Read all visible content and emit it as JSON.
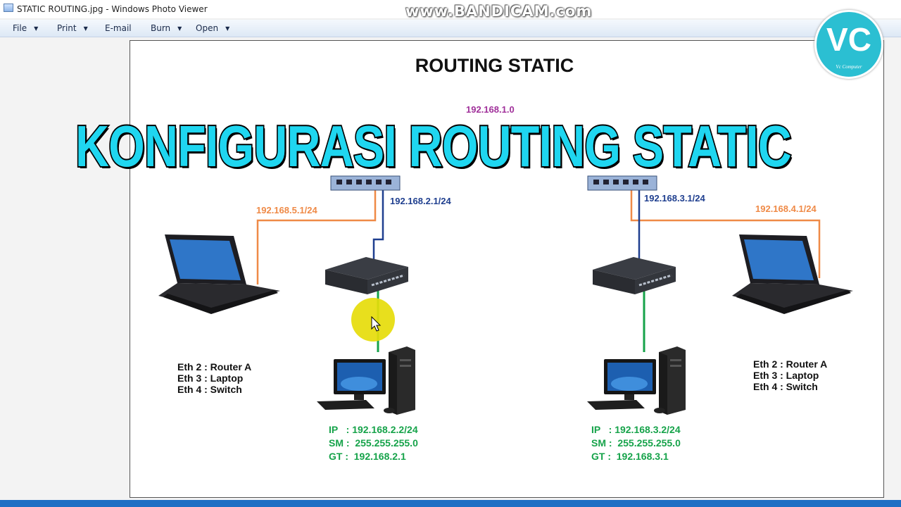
{
  "window": {
    "title": "STATIC ROUTING.jpg - Windows Photo Viewer"
  },
  "recorder_watermark": "www.BANDICAM.com",
  "menu": [
    {
      "label": "File",
      "has_dropdown": true
    },
    {
      "label": "Print",
      "has_dropdown": true
    },
    {
      "label": "E-mail",
      "has_dropdown": false
    },
    {
      "label": "Burn",
      "has_dropdown": true
    },
    {
      "label": "Open",
      "has_dropdown": true
    }
  ],
  "overlay_title": "KONFIGURASI ROUTING STATIC",
  "channel_logo": {
    "text": "VC",
    "subtext": "Vc Computer"
  },
  "diagram": {
    "title": "ROUTING STATIC",
    "center_network": "192.168.1.0",
    "left": {
      "router_switch_ip": "192.168.2.1/24",
      "router_laptop_ip": "192.168.5.1/24",
      "eth_ports": [
        "Eth 2 : Router A",
        "Eth 3 : Laptop",
        "Eth 4 : Switch"
      ],
      "pc": {
        "ip": "IP   : 192.168.2.2/24",
        "sm": "SM :  255.255.255.0",
        "gt": "GT :  192.168.2.1"
      }
    },
    "right": {
      "router_switch_ip": "192.168.3.1/24",
      "router_laptop_ip": "192.168.4.1/24",
      "eth_ports": [
        "Eth 2 : Router A",
        "Eth 3 : Laptop",
        "Eth 4 : Switch"
      ],
      "pc": {
        "ip": "IP   : 192.168.3.2/24",
        "sm": "SM :  255.255.255.0",
        "gt": "GT :  192.168.3.1"
      }
    }
  },
  "colors": {
    "overlay_title": "#1fd6f0",
    "orange_link": "#ef8a47",
    "blue_link": "#1f3f8f",
    "green_link": "#16a34a",
    "network_label": "#a0309a",
    "logo": "#2bbfd2",
    "taskbar": "#1e6fc4"
  }
}
